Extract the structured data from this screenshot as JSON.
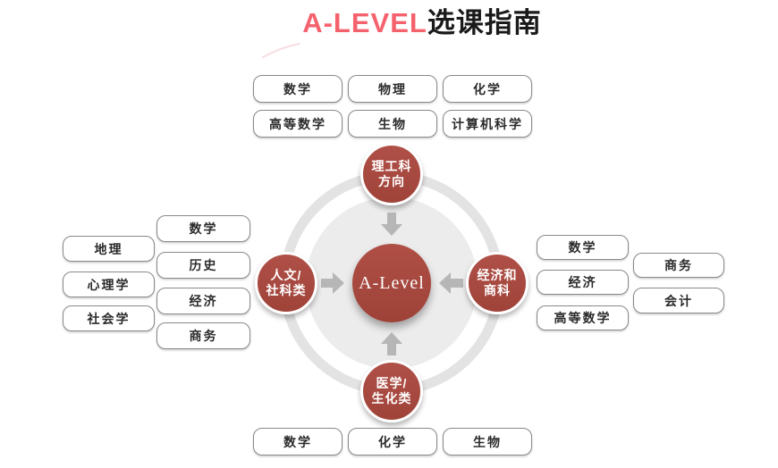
{
  "title": {
    "highlight": "A-LEVEL",
    "rest": "选课指南"
  },
  "center": {
    "label": "A-Level"
  },
  "nodes": {
    "top": {
      "line1": "理工科",
      "line2": "方向"
    },
    "left": {
      "line1": "人文/",
      "line2": "社科类"
    },
    "right": {
      "line1": "经济和",
      "line2": "商科"
    },
    "bottom": {
      "line1": "医学/",
      "line2": "生化类"
    }
  },
  "subjects": {
    "top_row1": [
      "数学",
      "物理",
      "化学"
    ],
    "top_row2": [
      "高等数学",
      "生物",
      "计算机科学"
    ],
    "left_outer": [
      "地理",
      "心理学",
      "社会学"
    ],
    "left_inner": [
      "数学",
      "历史",
      "经济",
      "商务"
    ],
    "right_inner": [
      "数学",
      "经济",
      "高等数学"
    ],
    "right_outer": [
      "商务",
      "会计"
    ],
    "bottom_row": [
      "数学",
      "化学",
      "生物"
    ]
  },
  "colors": {
    "node_red": "#a8483e",
    "title_pink": "#f4626d",
    "title_dark": "#1a1a1a",
    "ring_gray": "#e3e3e3",
    "disc_gray": "#ececec",
    "arrow_gray": "#b6b6b6",
    "box_border": "#898989"
  }
}
